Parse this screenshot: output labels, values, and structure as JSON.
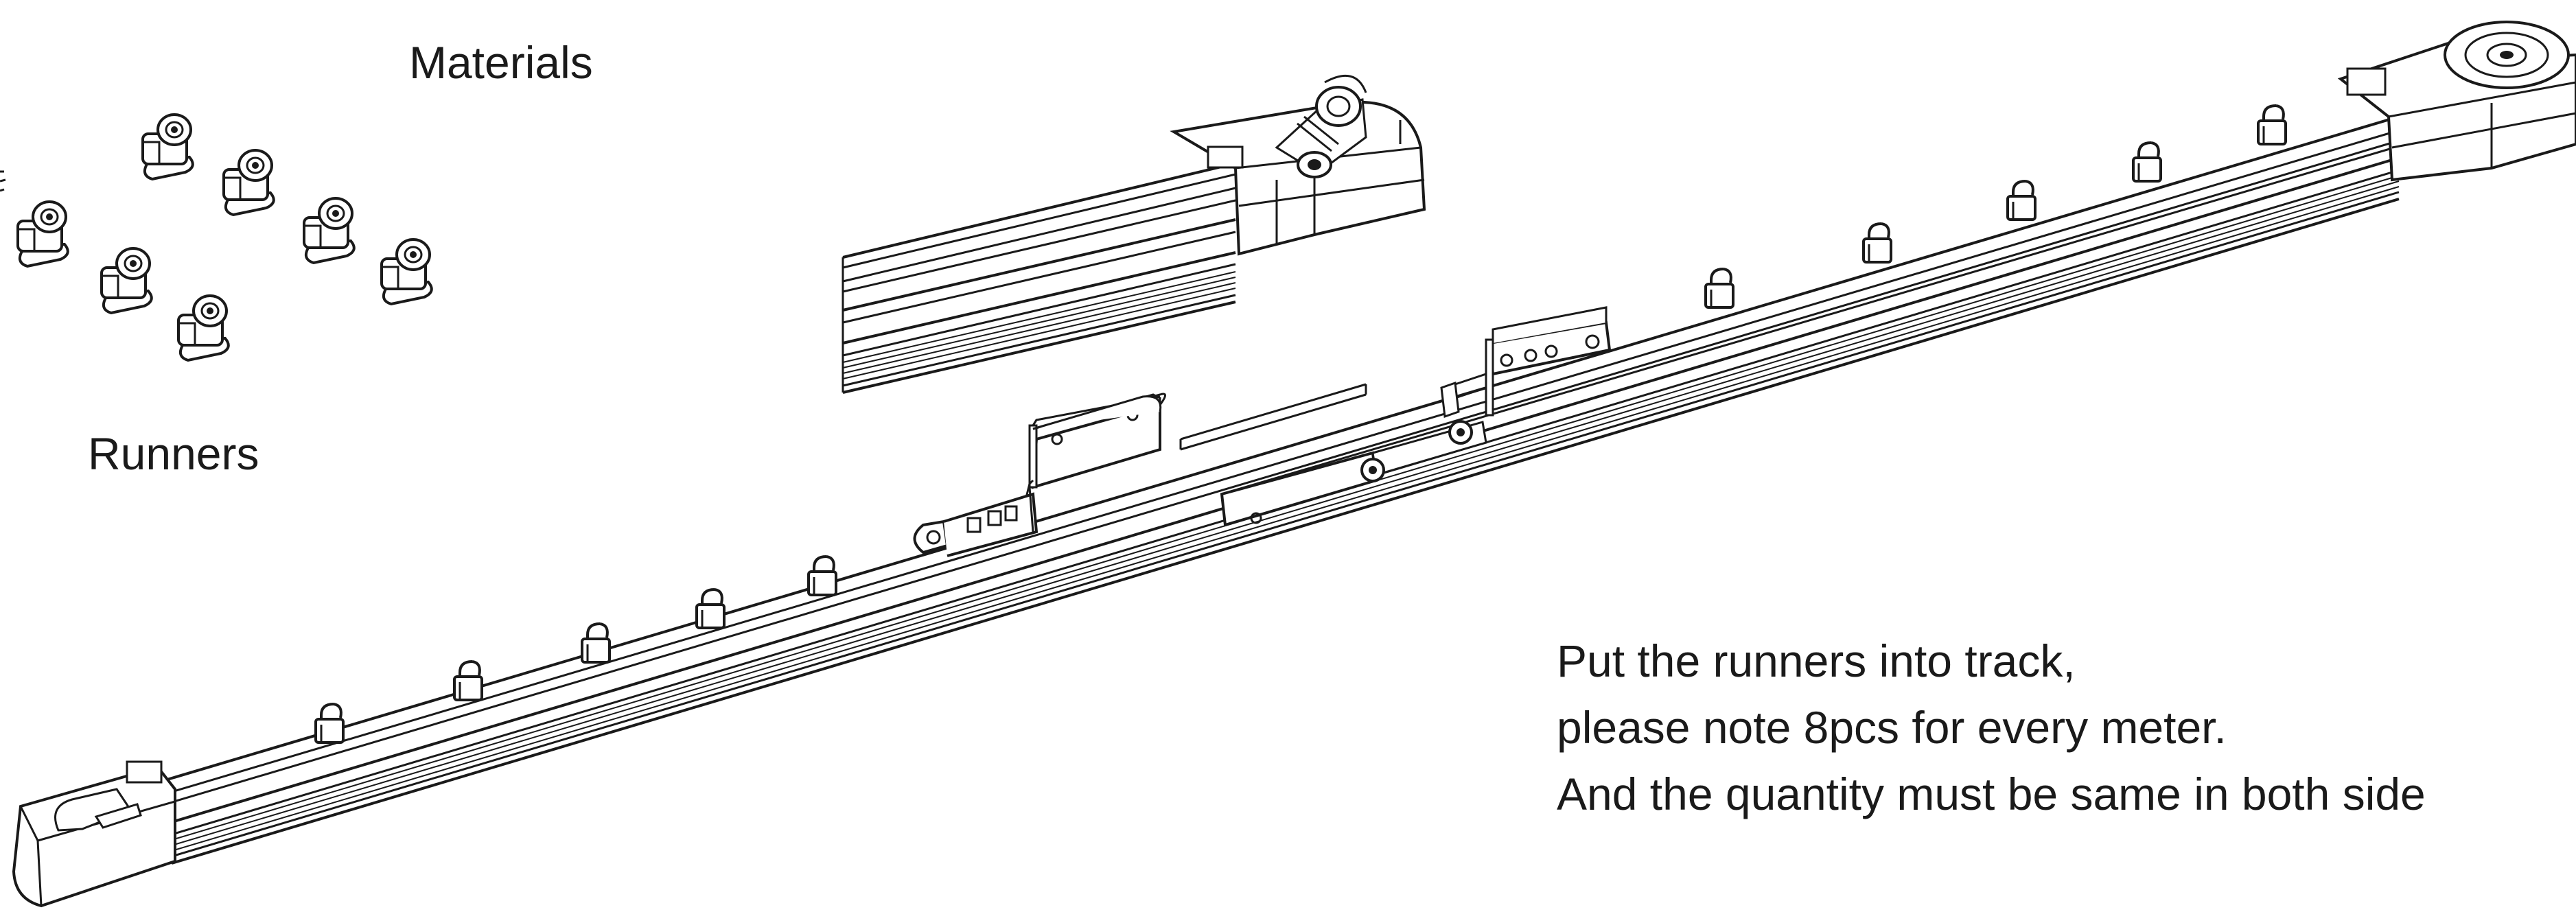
{
  "labels": {
    "materials": "Materials",
    "runners": "Runners"
  },
  "instructions": {
    "line1": "Put the runners into track,",
    "line2": "please note 8pcs for every meter.",
    "line3": "And the quantity must be same in both side"
  },
  "colors": {
    "line": "#1a1a1a",
    "background": "#ffffff"
  }
}
